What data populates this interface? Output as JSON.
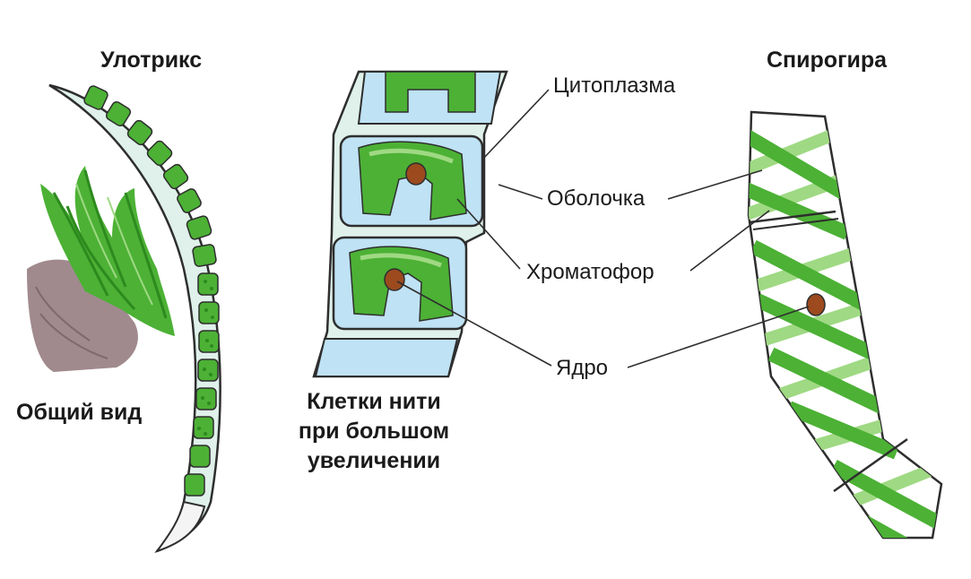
{
  "titles": {
    "ulothrix": "Улотрикс",
    "spirogyra": "Спирогира",
    "general_view": "Общий вид",
    "magnified_line1": "Клетки нити",
    "magnified_line2": "при большом",
    "magnified_line3": "увеличении"
  },
  "labels": {
    "cytoplasm": "Цитоплазма",
    "membrane": "Оболочка",
    "chromatophore": "Хроматофор",
    "nucleus": "Ядро"
  },
  "colors": {
    "chloroplast_green": "#4cb135",
    "light_green": "#9fd983",
    "cytoplasm_blue": "#bfe2f4",
    "nucleus_brown": "#9c4a1e",
    "outline": "#2e2e2e",
    "soil": "#a08a8e"
  }
}
